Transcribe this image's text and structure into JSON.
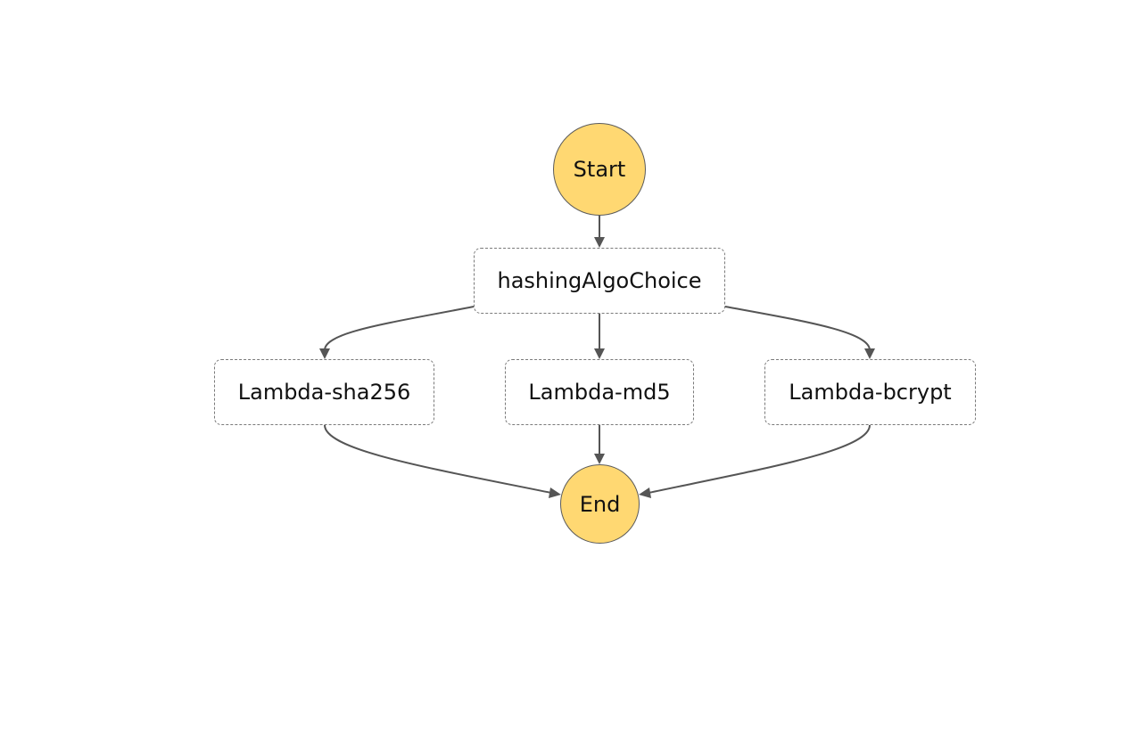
{
  "diagram": {
    "colors": {
      "terminal_fill": "#ffd872",
      "edge": "#555555",
      "state_border": "#7a7a7a"
    },
    "nodes": {
      "start": {
        "label": "Start",
        "shape": "circle"
      },
      "choice": {
        "label": "hashingAlgoChoice",
        "shape": "dashed-rounded-box"
      },
      "sha256": {
        "label": "Lambda-sha256",
        "shape": "dashed-rounded-box"
      },
      "md5": {
        "label": "Lambda-md5",
        "shape": "dashed-rounded-box"
      },
      "bcrypt": {
        "label": "Lambda-bcrypt",
        "shape": "dashed-rounded-box"
      },
      "end": {
        "label": "End",
        "shape": "circle"
      }
    },
    "edges": [
      {
        "from": "start",
        "to": "choice"
      },
      {
        "from": "choice",
        "to": "sha256"
      },
      {
        "from": "choice",
        "to": "md5"
      },
      {
        "from": "choice",
        "to": "bcrypt"
      },
      {
        "from": "sha256",
        "to": "end"
      },
      {
        "from": "md5",
        "to": "end"
      },
      {
        "from": "bcrypt",
        "to": "end"
      }
    ]
  }
}
